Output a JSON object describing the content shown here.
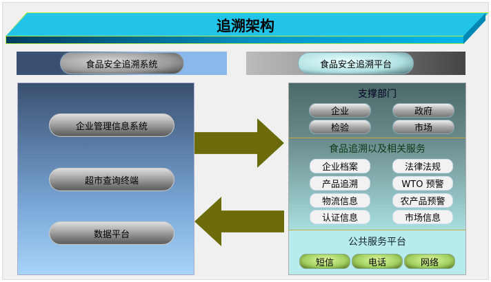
{
  "title": "追溯架构",
  "left": {
    "header": "食品安全追溯系统",
    "items": [
      "企业管理信息系统",
      "超市查询终端",
      "数据平台"
    ]
  },
  "right": {
    "header": "食品安全追溯平台",
    "support": {
      "title": "支撑部门",
      "items": [
        "企业",
        "政府",
        "检验",
        "市场"
      ]
    },
    "services": {
      "title": "食品追溯以及相关服务",
      "items": [
        "企业档案",
        "法律法规",
        "产品追溯",
        "WTO 预警",
        "物流信息",
        "农产品预警",
        "认证信息",
        "市场信息"
      ]
    },
    "public": {
      "title": "公共服务平台",
      "items": [
        "短信",
        "电话",
        "网络"
      ]
    }
  }
}
